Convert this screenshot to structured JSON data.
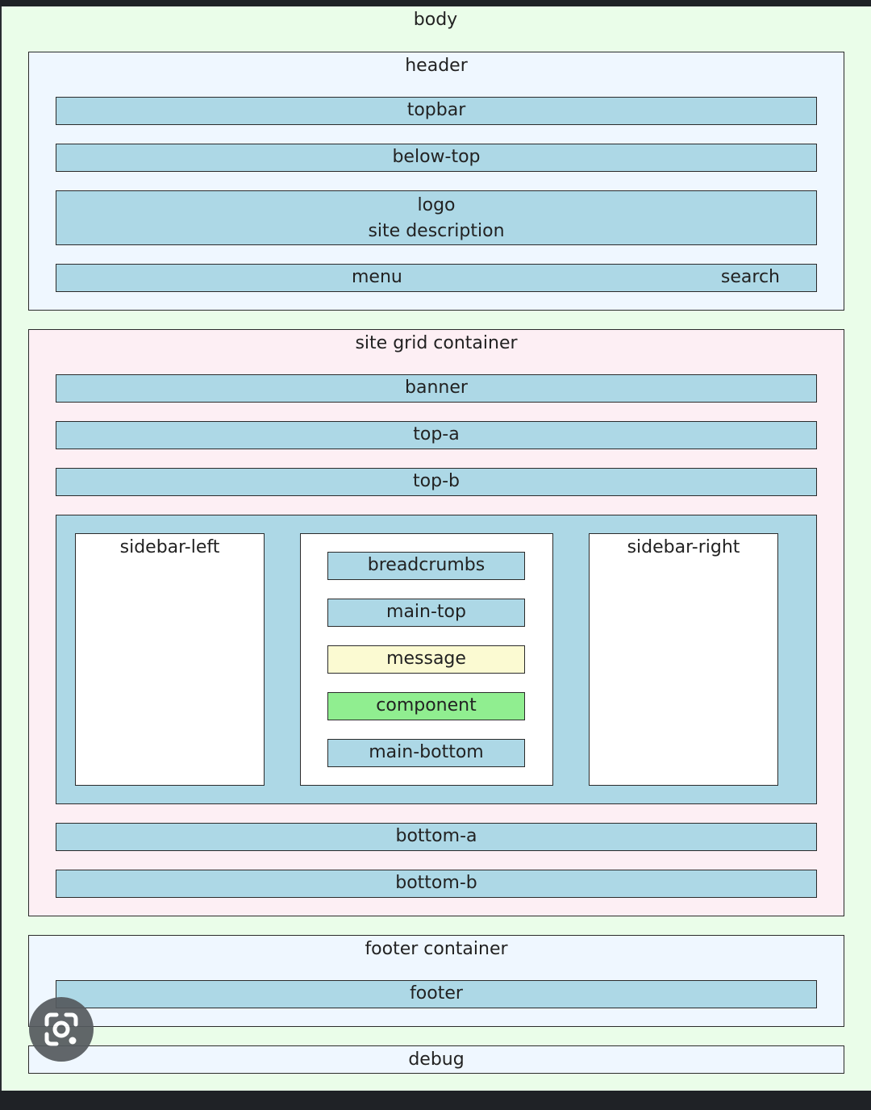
{
  "body_label": "body",
  "header": {
    "label": "header",
    "topbar": "topbar",
    "below_top": "below-top",
    "logo": "logo",
    "site_description": "site description",
    "menu": "menu",
    "search": "search"
  },
  "site_grid": {
    "label": "site grid container",
    "banner": "banner",
    "top_a": "top-a",
    "top_b": "top-b",
    "sidebar_left": "sidebar-left",
    "sidebar_right": "sidebar-right",
    "main": {
      "breadcrumbs": "breadcrumbs",
      "main_top": "main-top",
      "message": "message",
      "component": "component",
      "main_bottom": "main-bottom"
    },
    "bottom_a": "bottom-a",
    "bottom_b": "bottom-b"
  },
  "footer_container": {
    "label": "footer container",
    "footer": "footer"
  },
  "debug": "debug",
  "colors": {
    "body_bg": "#eafde9",
    "region_blue": "#eff7ff",
    "region_pink": "#fdeff4",
    "bar": "#add8e6",
    "message": "#fbfad2",
    "component": "#90ee90",
    "frame": "#1f2226"
  },
  "icons": [
    "google-lens-icon"
  ]
}
